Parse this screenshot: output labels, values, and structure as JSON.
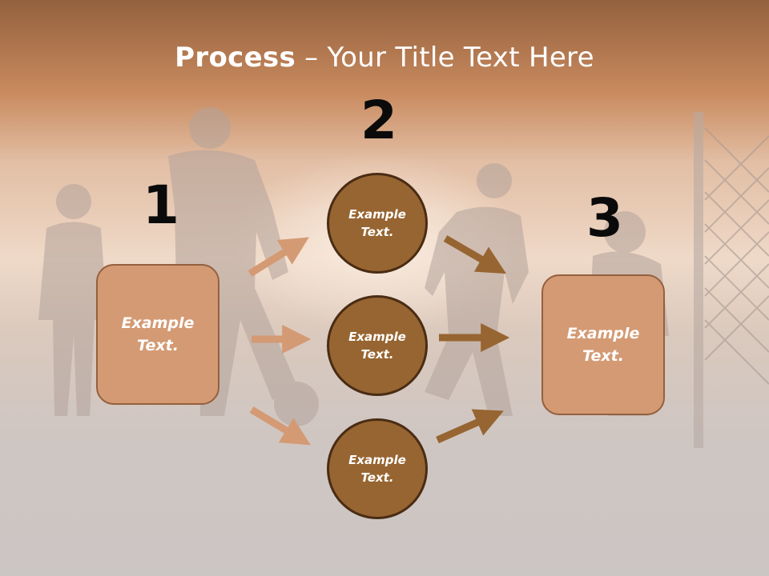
{
  "title": {
    "bold": "Process",
    "rest": " – Your Title Text Here"
  },
  "steps": {
    "one": "1",
    "two": "2",
    "three": "3"
  },
  "boxes": {
    "left_line1": "Example",
    "left_line2": "Text.",
    "right_line1": "Example",
    "right_line2": "Text."
  },
  "circles": [
    {
      "line1": "Example",
      "line2": "Text."
    },
    {
      "line1": "Example",
      "line2": "Text."
    },
    {
      "line1": "Example",
      "line2": "Text."
    }
  ],
  "colors": {
    "box_fill": "#d49a74",
    "box_border": "#94603e",
    "circle_fill": "#976531",
    "circle_border": "#4a2c14",
    "arrow_light": "#d49a74",
    "arrow_dark": "#976531",
    "header_band": "#b8744a"
  }
}
